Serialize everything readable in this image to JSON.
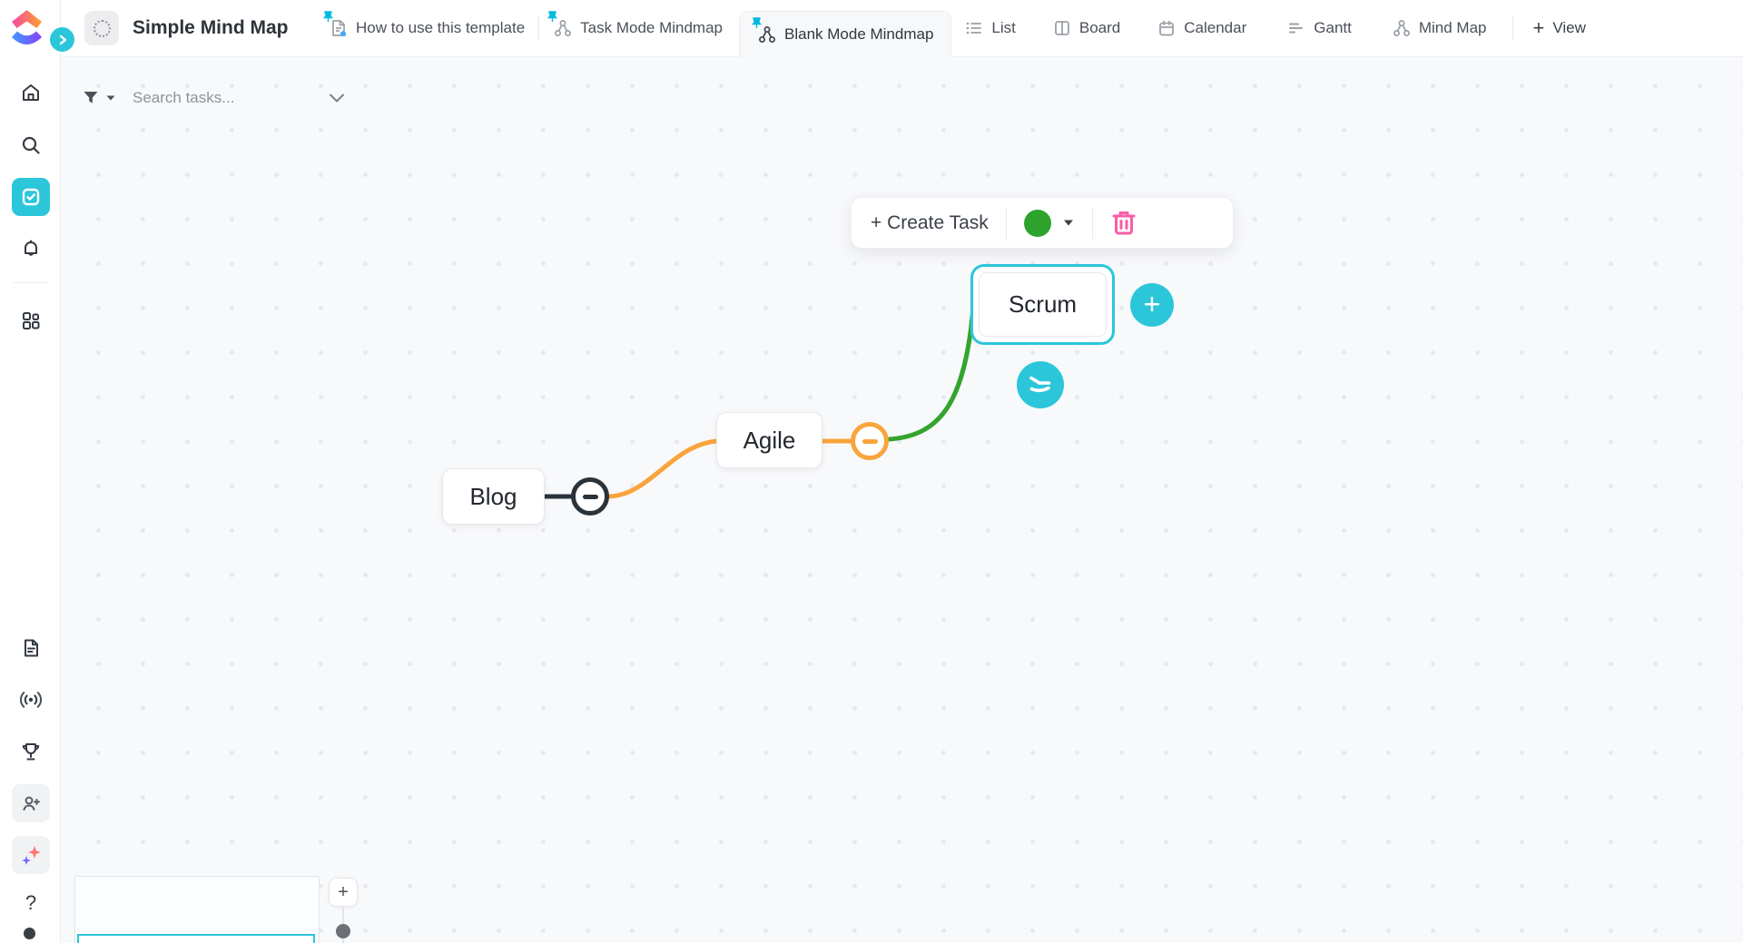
{
  "header": {
    "title": "Simple Mind Map",
    "pinned_views": [
      {
        "label": "How to use this template",
        "icon": "doc-home-icon",
        "active": false
      },
      {
        "label": "Task Mode Mindmap",
        "icon": "mindmap-icon",
        "active": false
      },
      {
        "label": "Blank Mode Mindmap",
        "icon": "mindmap-icon",
        "active": true
      }
    ],
    "views": [
      {
        "label": "List",
        "icon": "list-icon"
      },
      {
        "label": "Board",
        "icon": "board-icon"
      },
      {
        "label": "Calendar",
        "icon": "calendar-icon"
      },
      {
        "label": "Gantt",
        "icon": "gantt-icon"
      },
      {
        "label": "Mind Map",
        "icon": "mindmap-icon"
      }
    ],
    "add_view": {
      "plus": "+",
      "label": "View"
    }
  },
  "sidebar": {
    "items": [
      "home",
      "search",
      "tasks",
      "notifications",
      "apps",
      "docs",
      "clips",
      "goals",
      "invite",
      "ai"
    ],
    "help_label": "?"
  },
  "filter_bar": {
    "search_placeholder": "Search tasks..."
  },
  "toolbar": {
    "create_task_label": "+ Create Task"
  },
  "mindmap": {
    "nodes": [
      {
        "label": "Blog",
        "selected": false
      },
      {
        "label": "Agile",
        "selected": false
      },
      {
        "label": "Scrum",
        "selected": true
      }
    ],
    "edges": [
      {
        "from": "Blog",
        "to": "Agile",
        "color_key": "orange"
      },
      {
        "from": "Agile",
        "to": "Scrum",
        "color_key": "green"
      }
    ],
    "add_child_plus": "+"
  },
  "minimap": {
    "zoom_in_label": "+"
  },
  "colors": {
    "teal": "#2cc6da",
    "pin_teal": "#00bbdd",
    "green": "#34a42e",
    "orange": "#f9a43c",
    "dark": "#2a323a",
    "pink": "#f75fa7",
    "task_green": "#2da32d"
  }
}
